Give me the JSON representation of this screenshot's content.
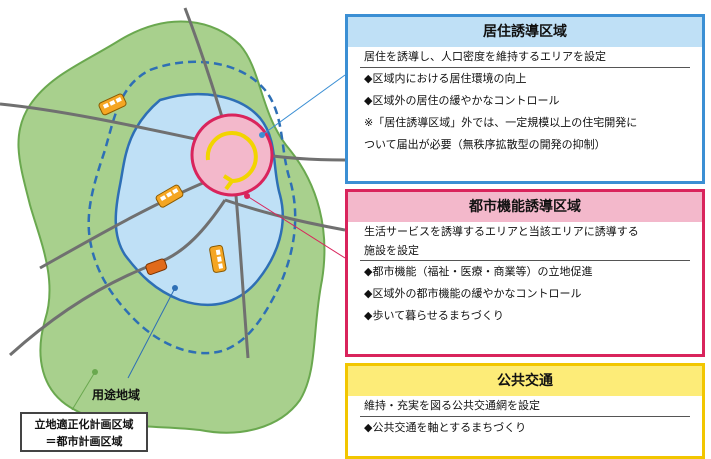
{
  "map": {
    "youto_label": "用途地域",
    "city_plan_label_line1": "立地適正化計画区域",
    "city_plan_label_line2": "＝都市計画区域"
  },
  "panels": {
    "residential": {
      "title": "居住誘導区域",
      "description": "居住を誘導し、人口密度を維持するエリアを設定",
      "items": [
        "◆区域内における居住環境の向上",
        "◆区域外の居住の緩やかなコントロール",
        "※「居住誘導区域」外では、一定規模以上の住宅開発に",
        "ついて届出が必要（無秩序拡散型の開発の抑制）"
      ]
    },
    "urban": {
      "title": "都市機能誘導区域",
      "description_line1": "生活サービスを誘導するエリアと当該エリアに誘導する",
      "description_line2": "施設を設定",
      "items": [
        "◆都市機能（福祉・医療・商業等）の立地促進",
        "◆区域外の都市機能の緩やかなコントロール",
        "◆歩いて暮らせるまちづくり"
      ]
    },
    "transit": {
      "title": "公共交通",
      "description": "維持・充実を図る公共交通網を設定",
      "items": [
        "◆公共交通を軸とするまちづくり"
      ]
    }
  },
  "colors": {
    "outer_area": "#a8d08d",
    "residential_area": "#bfe0f6",
    "residential_border": "#3b8fd4",
    "urban_core": "#f3b8cb",
    "urban_border": "#d9245c",
    "transit_yellow": "#f2c600",
    "road": "#707070"
  },
  "icons": [
    "bus-icon",
    "circular-arrow-icon"
  ]
}
